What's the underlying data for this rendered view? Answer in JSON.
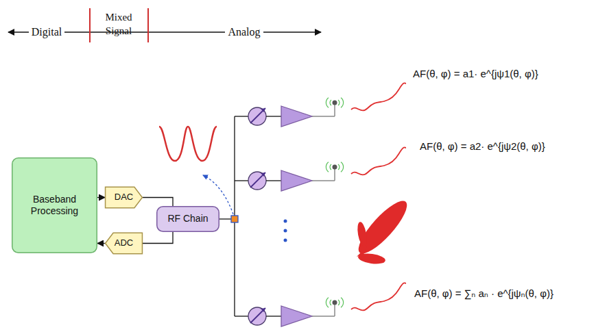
{
  "diagram": {
    "nodes": [
      {
        "text": [
          "Baseband Processing"
        ]
      },
      {
        "text": [
          "DAC"
        ]
      },
      {
        "text": [
          "ADC"
        ]
      },
      {
        "text": [
          "RF Chain"
        ]
      }
    ],
    "edges": [
      {
        "from": 0,
        "to": 1,
        "arrow": "to"
      },
      {
        "from": 1,
        "to": 3,
        "arrow": "none"
      },
      {
        "from": 3,
        "to": 2,
        "arrow": "none"
      },
      {
        "from": 2,
        "to": 0,
        "arrow": "to"
      }
    ],
    "labels": [
      "Digital",
      "Mixed Signal",
      "Analog",
      "AF(θ, φ) = a1· e^{jψ1(θ, φ)}",
      "AF(θ, φ) = a2· e^{jψ2(θ, φ)}",
      "AF(θ, φ) = ∑ₙ aₙ · e^{jψₙ(θ, φ)}"
    ]
  }
}
